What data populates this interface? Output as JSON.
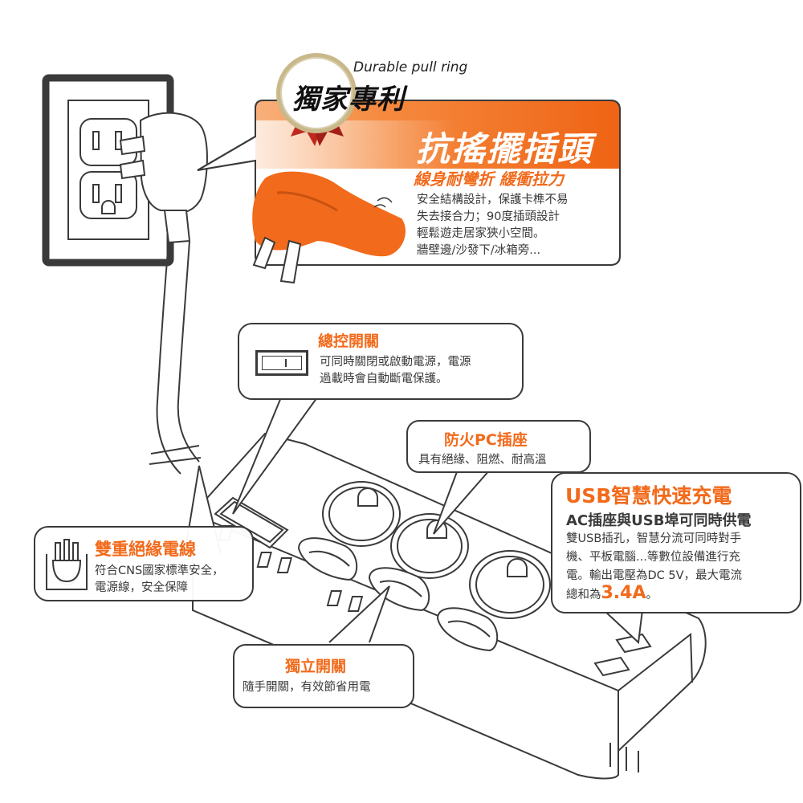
{
  "colors": {
    "accent": "#f26a1b",
    "outline": "#3a3a3a",
    "badge_gold": "#c9b88a",
    "ribbon_red": "#c0281e"
  },
  "pull_ring": {
    "caption": "Durable pull ring",
    "badge_text": "獨家專利",
    "title": "抗搖擺插頭",
    "subtitle": "線身耐彎折 緩衝拉力",
    "body": [
      "安全結構設計，保護卡榫不易",
      "失去接合力；90度插頭設計",
      "輕鬆遊走居家狹小空間。",
      "牆壁邊/沙發下/冰箱旁..."
    ]
  },
  "master_switch": {
    "title": "總控開關",
    "body": [
      "可同時關閉或啟動電源，電源",
      "過載時會自動斷電保護。"
    ]
  },
  "fireproof": {
    "title": "防火PC插座",
    "body": "具有絕緣、阻燃、耐高溫"
  },
  "usb": {
    "title": "USB智慧快速充電",
    "subtitle": "AC插座與USB埠可同時供電",
    "body": [
      "雙USB插孔，智慧分流可同時對手",
      "機、平板電腦...等數位設備進行充",
      "電。輸出電壓為DC 5V，最大電流"
    ],
    "last_line_prefix": "總和為",
    "current": "3.4A",
    "last_line_suffix": "。"
  },
  "cable": {
    "title": "雙重絕緣電線",
    "body": [
      "符合CNS國家標準安全，",
      "電源線，安全保障"
    ]
  },
  "independent_switch": {
    "title": "獨立開關",
    "body": "隨手開關，有效節省用電"
  }
}
